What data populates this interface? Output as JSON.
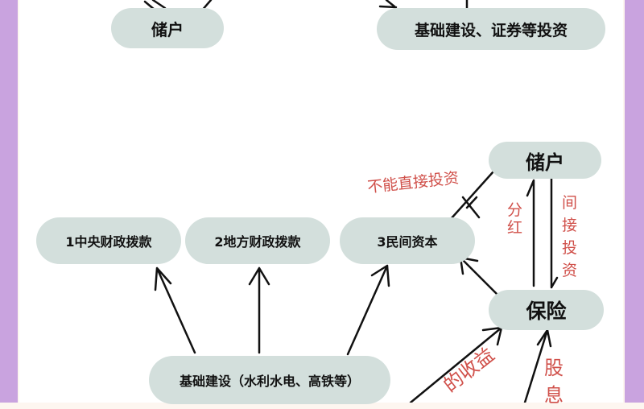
{
  "nodes": {
    "top_savers": "储户",
    "top_investment": "基础建设、证券等投资",
    "savers": "储户",
    "central_funds": "1中央财政拨款",
    "local_funds": "2地方财政拨款",
    "private_capital": "3民间资本",
    "insurance": "保险",
    "infrastructure": "基础建设（水利水电、高铁等）"
  },
  "annotations": {
    "cannot_invest_directly": "不能直接投资",
    "dividend": "分红",
    "indirect_investment": "间接投资",
    "returns": "的收益",
    "interest": "股息"
  },
  "colors": {
    "node": "#d3dfdc",
    "handwriting": "#d0504a",
    "border": "#c9a3df"
  }
}
